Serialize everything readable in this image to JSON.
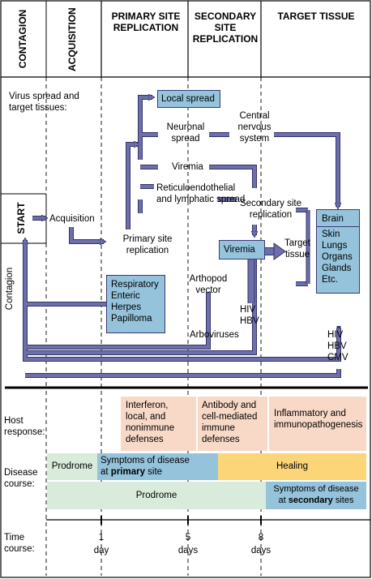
{
  "headers": {
    "contagion": "CONTAGION",
    "acquisition": "ACQUISITION",
    "primary_site": "PRIMARY SITE REPLICATION",
    "secondary_site": "SECONDARY SITE REPLICATION",
    "target_tissue": "TARGET  TISSUE"
  },
  "left_labels": {
    "start": "START",
    "contagion": "Contagion"
  },
  "flow": {
    "virus_spread": "Virus spread and target tissues:",
    "local_spread": "Local spread",
    "neuronal_spread": "Neuronal spread",
    "cns": "Central nervous system",
    "viremia_top": "Viremia",
    "reticulo": "Reticuloendothelial and lymphatic spread",
    "secondary_site": "Secondary site replication",
    "acquisition": "Acquisition",
    "primary_site": "Primary site replication",
    "viremia_box": "Viremia",
    "target_tissue": "Target tissue",
    "arthropod": "Arthopod vector",
    "arboviruses": "Arboviruses",
    "hiv_hbv": "HIV HBV",
    "hiv_hbv_cmv": "HIV HBV CMV"
  },
  "boxes": {
    "primary_list": [
      "Respiratory",
      "Enteric",
      "Herpes",
      "Papilloma"
    ],
    "target_list": [
      "Brain",
      "Skin",
      "Lungs",
      "Organs",
      "Glands",
      "Etc."
    ]
  },
  "rows": {
    "host_response": "Host response:",
    "disease_course": "Disease course:",
    "time_course": "Time course:"
  },
  "host": {
    "interferon": "Interferon, local, and nonimmune defenses",
    "antibody": "Antibody and cell-mediated immune defenses",
    "inflammatory": "Inflammatory and immunopathogenesis"
  },
  "disease": {
    "prodrome1": "Prodrome",
    "symptoms_primary_pre": "Symptoms of disease",
    "symptoms_primary_at": "at ",
    "symptoms_primary_bold": "primary",
    "symptoms_primary_post": " site",
    "healing": "Healing",
    "prodrome2": "Prodrome",
    "symptoms_secondary_pre": "Symptoms of disease",
    "symptoms_secondary_at": "at ",
    "symptoms_secondary_bold": "secondary",
    "symptoms_secondary_post": " sites"
  },
  "time": {
    "t1_num": "1",
    "t1_unit": "day",
    "t5_num": "5",
    "t5_unit": "days",
    "t8_num": "8",
    "t8_unit": "days"
  },
  "colors": {
    "arrow": "#6e6ea8",
    "arrow_outline": "#34346e",
    "box_blue": "#94c3db",
    "peach": "#f8d9c8",
    "green": "#d9ecdc",
    "yellow": "#fdd579"
  }
}
